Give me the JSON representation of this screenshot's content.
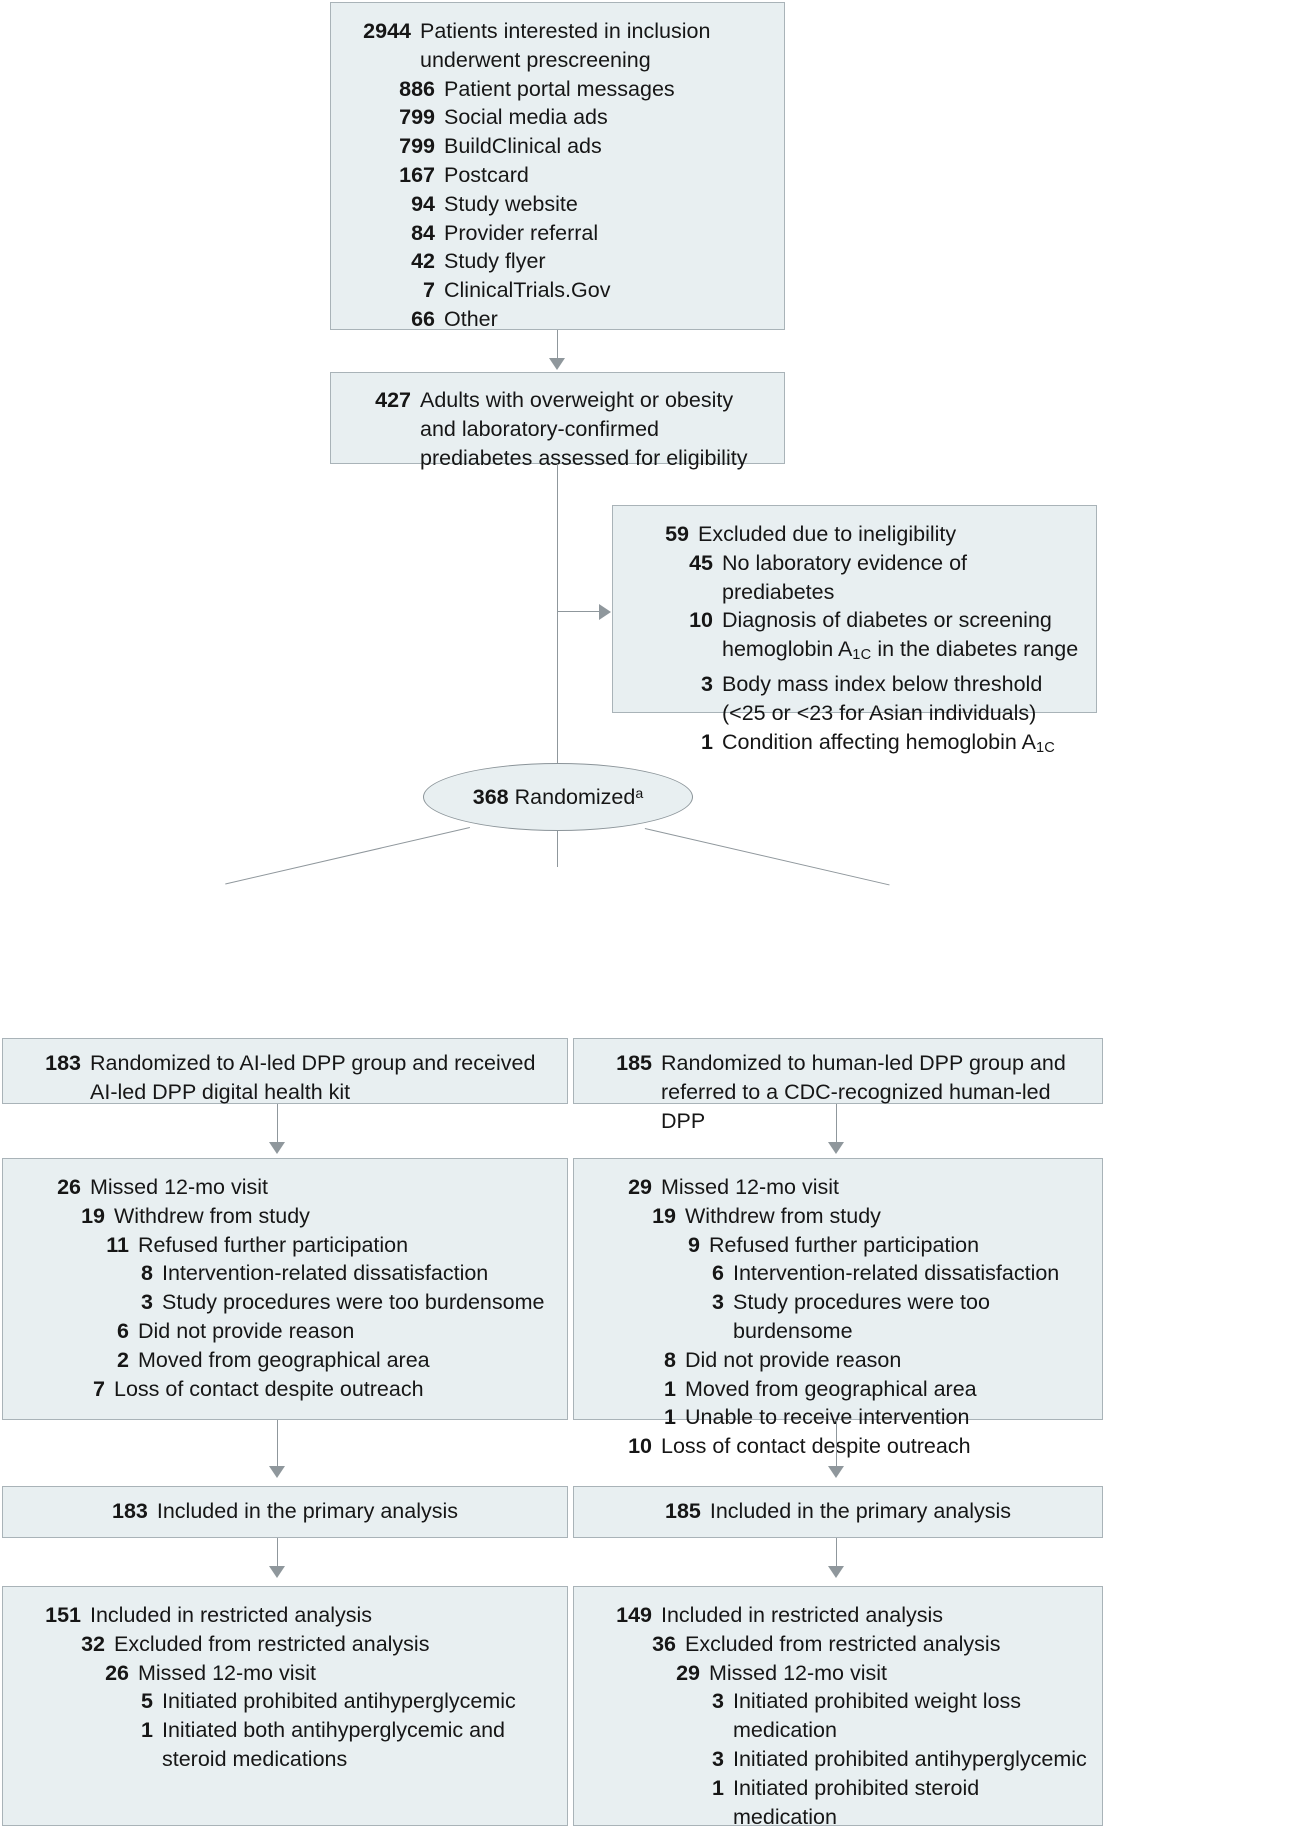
{
  "diagram": {
    "type": "consort-flow-diagram",
    "title": "CONSORT flow diagram of participant recruitment, randomization, and analysis",
    "accent_fill": "#e8eff1",
    "border_color": "#a9b3b8",
    "connector_color": "#8f979c"
  },
  "prescreening": {
    "header": {
      "count": "2944",
      "label": "Patients interested in inclusion underwent prescreening"
    },
    "sources": [
      {
        "count": "886",
        "label": "Patient portal messages"
      },
      {
        "count": "799",
        "label": "Social media ads"
      },
      {
        "count": "799",
        "label": "BuildClinical ads"
      },
      {
        "count": "167",
        "label": "Postcard"
      },
      {
        "count": "94",
        "label": "Study website"
      },
      {
        "count": "84",
        "label": "Provider referral"
      },
      {
        "count": "42",
        "label": "Study flyer"
      },
      {
        "count": "7",
        "label": "ClinicalTrials.Gov"
      },
      {
        "count": "66",
        "label": "Other"
      }
    ]
  },
  "eligibility": {
    "count": "427",
    "label": "Adults with overweight or obesity and laboratory-confirmed prediabetes assessed for eligibility"
  },
  "excluded": {
    "header": {
      "count": "59",
      "label": "Excluded due to ineligibility"
    },
    "reasons": [
      {
        "count": "45",
        "label": "No laboratory evidence of prediabetes"
      },
      {
        "count": "10",
        "label_pre": "Diagnosis of diabetes or screening hemoglobin A",
        "label_sub": "1C",
        "label_post": " in the diabetes range"
      },
      {
        "count": "3",
        "label": "Body mass index below threshold",
        "label_line2": "(<25 or <23 for Asian individuals)"
      },
      {
        "count": "1",
        "label_pre": "Condition affecting hemoglobin A",
        "label_sub": "1C",
        "label_post": ""
      }
    ]
  },
  "randomized": {
    "count": "368",
    "label": "Randomized",
    "footnote_marker": "a"
  },
  "arms": [
    {
      "id": "ai-led",
      "allocation": {
        "count": "183",
        "label": "Randomized to AI-led DPP group and received AI-led DPP digital health kit"
      },
      "followup": [
        {
          "level": 0,
          "count": "26",
          "label": "Missed 12-mo visit"
        },
        {
          "level": 1,
          "count": "19",
          "label": "Withdrew from study"
        },
        {
          "level": 2,
          "count": "11",
          "label": "Refused further participation"
        },
        {
          "level": 3,
          "count": "8",
          "label": "Intervention-related dissatisfaction"
        },
        {
          "level": 3,
          "count": "3",
          "label": "Study procedures were too burdensome"
        },
        {
          "level": 2,
          "count": "6",
          "label": "Did not provide reason"
        },
        {
          "level": 2,
          "count": "2",
          "label": "Moved from geographical area"
        },
        {
          "level": 1,
          "count": "7",
          "label": "Loss of contact despite outreach"
        }
      ],
      "primary_analysis": {
        "count": "183",
        "label": "Included in the primary analysis"
      },
      "restricted": [
        {
          "level": 0,
          "count": "151",
          "label": "Included in restricted analysis"
        },
        {
          "level": 1,
          "count": "32",
          "label": "Excluded from restricted analysis"
        },
        {
          "level": 2,
          "count": "26",
          "label": "Missed 12-mo visit"
        },
        {
          "level": 3,
          "count": "5",
          "label": "Initiated prohibited antihyperglycemic"
        },
        {
          "level": 3,
          "count": "1",
          "label": "Initiated both antihyperglycemic and",
          "label_line2": "steroid medications"
        }
      ]
    },
    {
      "id": "human-led",
      "allocation": {
        "count": "185",
        "label": "Randomized to human-led DPP group and referred to a CDC-recognized human-led DPP"
      },
      "followup": [
        {
          "level": 0,
          "count": "29",
          "label": "Missed 12-mo visit"
        },
        {
          "level": 1,
          "count": "19",
          "label": "Withdrew from study"
        },
        {
          "level": 2,
          "count": "9",
          "label": "Refused further participation"
        },
        {
          "level": 3,
          "count": "6",
          "label": "Intervention-related dissatisfaction"
        },
        {
          "level": 3,
          "count": "3",
          "label": "Study procedures were too burdensome"
        },
        {
          "level": 1,
          "count": "8",
          "label": "Did not provide reason"
        },
        {
          "level": 1,
          "count": "1",
          "label": "Moved from geographical area"
        },
        {
          "level": 1,
          "count": "1",
          "label": "Unable to receive intervention"
        },
        {
          "level": 0,
          "count": "10",
          "label": "Loss of contact despite outreach"
        }
      ],
      "primary_analysis": {
        "count": "185",
        "label": "Included in the primary analysis"
      },
      "restricted": [
        {
          "level": 0,
          "count": "149",
          "label": "Included in restricted analysis"
        },
        {
          "level": 1,
          "count": "36",
          "label": "Excluded from restricted analysis"
        },
        {
          "level": 2,
          "count": "29",
          "label": "Missed 12-mo visit"
        },
        {
          "level": 3,
          "count": "3",
          "label": "Initiated prohibited weight loss medication"
        },
        {
          "level": 3,
          "count": "3",
          "label": "Initiated prohibited antihyperglycemic"
        },
        {
          "level": 3,
          "count": "1",
          "label": "Initiated prohibited steroid medication"
        }
      ]
    }
  ]
}
